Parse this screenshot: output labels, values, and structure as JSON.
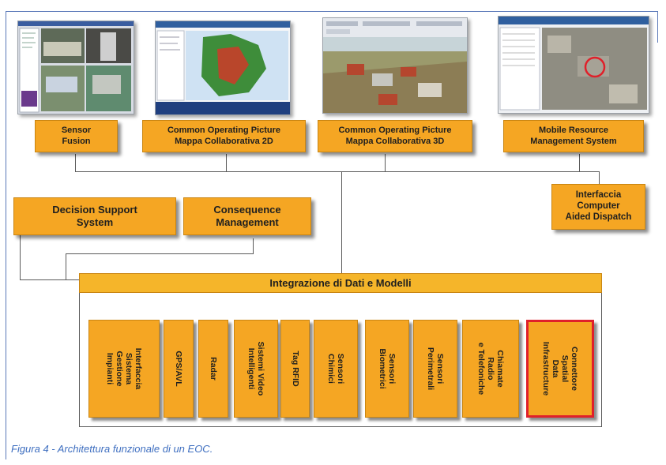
{
  "screenshots": [
    {
      "name": "sensor-fusion-screenshot"
    },
    {
      "name": "cop-2d-screenshot"
    },
    {
      "name": "cop-3d-screenshot"
    },
    {
      "name": "mobile-resource-screenshot"
    }
  ],
  "top_boxes": [
    {
      "label": "Sensor\nFusion"
    },
    {
      "label": "Common Operating Picture\nMappa Collaborativa 2D"
    },
    {
      "label": "Common Operating Picture\nMappa Collaborativa 3D"
    },
    {
      "label": "Mobile Resource\nManagement System"
    }
  ],
  "dispatch_box": {
    "label": "Interfaccia\nComputer\nAided Dispatch"
  },
  "decision_box": {
    "label": "Decision Support\nSystem"
  },
  "consequence_box": {
    "label": "Consequence\nManagement"
  },
  "integration": {
    "title": "Integrazione di Dati e Modelli",
    "modules": [
      {
        "label": "Interfaccia\nSistema\nGestione\nImpianti"
      },
      {
        "label": "GPS/AVL"
      },
      {
        "label": "Radar"
      },
      {
        "label": "Sistemi Video\nIntelligenti"
      },
      {
        "label": "Tag RFID"
      },
      {
        "label": "Sensori\nChimici"
      },
      {
        "label": "Sensori\nBiometrici"
      },
      {
        "label": "Sensori\nPerimetrali"
      },
      {
        "label": "Chiamate\nRadio\ne Telefoniche"
      },
      {
        "label": "Connettore\nSpatial\nData\nInfrastructure",
        "highlight": true
      }
    ]
  },
  "caption": "Figura 4 - Architettura funzionale di un EOC.",
  "colors": {
    "box_fill": "#f5a623",
    "box_border": "#c98512",
    "highlight_border": "#e0202a",
    "caption": "#3f6fc0",
    "frame": "#5a78b8"
  }
}
